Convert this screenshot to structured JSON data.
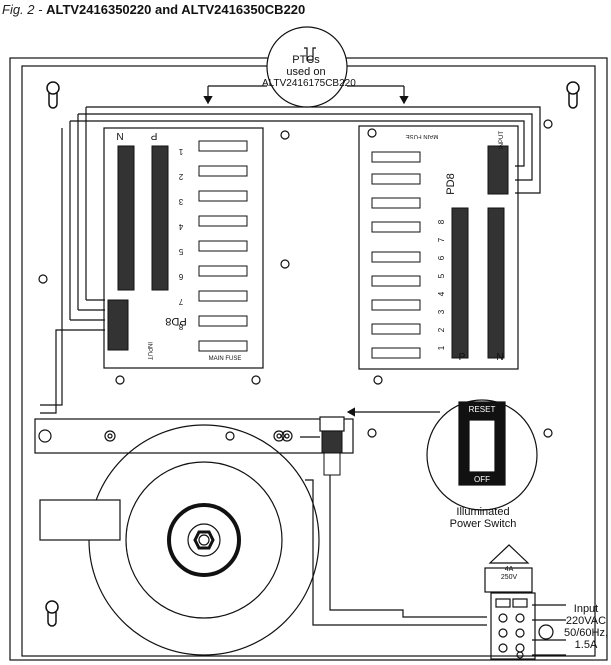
{
  "caption": {
    "prefix": "Fig. 2 - ",
    "title": "ALTV2416350220 and ALTV2416350CB220"
  },
  "callouts": {
    "ptc": [
      "PTCs",
      "used on",
      "ALTV2416175CB220"
    ],
    "switch_reset": "RESET",
    "switch_off": "OFF",
    "switch_label": [
      "Illuminated",
      "Power Switch"
    ],
    "fuse_rating": [
      "4A",
      "250V"
    ],
    "input_label": [
      "Input",
      "220VAC",
      "50/60Hz,",
      "1.5A"
    ]
  },
  "boards": {
    "left": {
      "title": "PD8",
      "col_headers": [
        "N",
        "P"
      ],
      "outputs": [
        "1",
        "2",
        "3",
        "4",
        "5",
        "6",
        "7",
        "8"
      ],
      "main_fuse": "MAIN FUSE",
      "input_label": "INPUT"
    },
    "right": {
      "title": "PD8",
      "col_headers": [
        "P",
        "N"
      ],
      "outputs": [
        "8",
        "7",
        "6",
        "5",
        "4",
        "3",
        "2",
        "1"
      ],
      "main_fuse": "MAIN FUSE",
      "input_label": "INPUT"
    }
  },
  "colors": {
    "line": "#111111",
    "fill_dark": "#222222",
    "background": "#ffffff"
  }
}
